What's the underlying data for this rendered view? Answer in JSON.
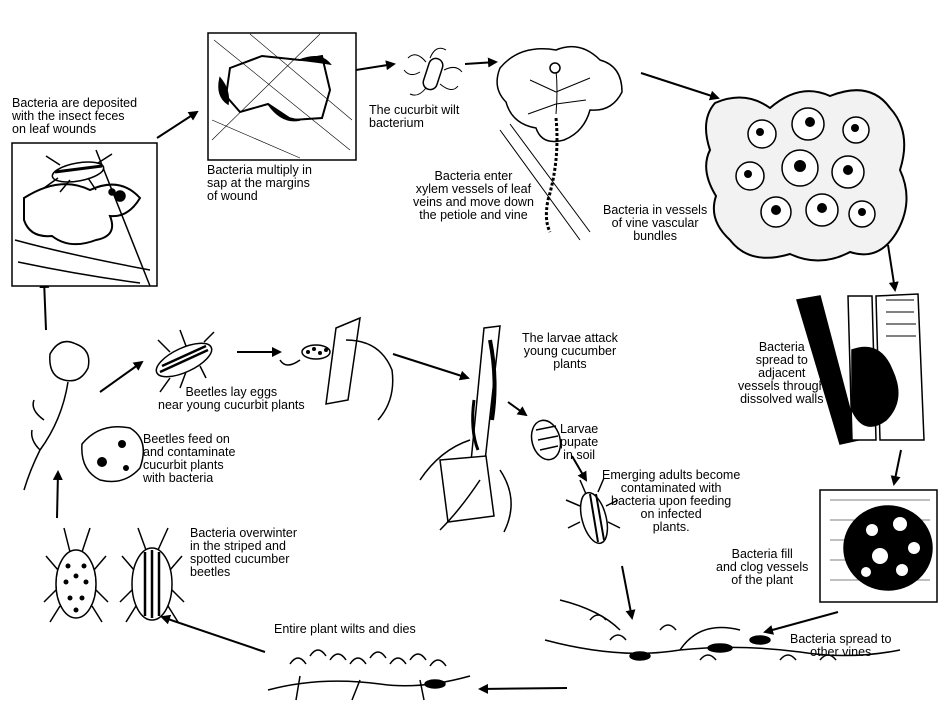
{
  "diagram": {
    "colors": {
      "ink": "#000000",
      "paper": "#ffffff"
    },
    "captions": {
      "deposited": "Bacteria are deposited\nwith the insect feces\non leaf wounds",
      "multiply": "Bacteria multiply in\nsap at the margins\nof wound",
      "bacterium": "The cucurbit wilt\nbacterium",
      "enter": "Bacteria enter\nxylem vessels of leaf\nveins and move down\nthe petiole and vine",
      "vessels": "Bacteria in vessels\nof vine vascular\nbundles",
      "spread_adjacent": "Bacteria\nspread to\nadjacent\nvessels through\ndissolved walls",
      "fill": "Bacteria fill\nand clog vessels\nof the plant",
      "spread_vines": "Bacteria spread to\nother vines",
      "wilts": "Entire plant wilts and dies",
      "overwinter": "Bacteria overwinter\nin the striped and\nspotted cucumber\nbeetles",
      "feed": "Beetles feed on\nand contaminate\ncucurbit plants\nwith bacteria",
      "lay_eggs": "Beetles lay eggs\nnear young cucurbit plants",
      "larvae_attack": "The larvae attack\nyoung cucumber\nplants",
      "pupate": "Larvae\npupate\nin soil",
      "emerging": "Emerging adults become\ncontaminated with\nbacteria upon feeding\non infected\nplants."
    }
  }
}
